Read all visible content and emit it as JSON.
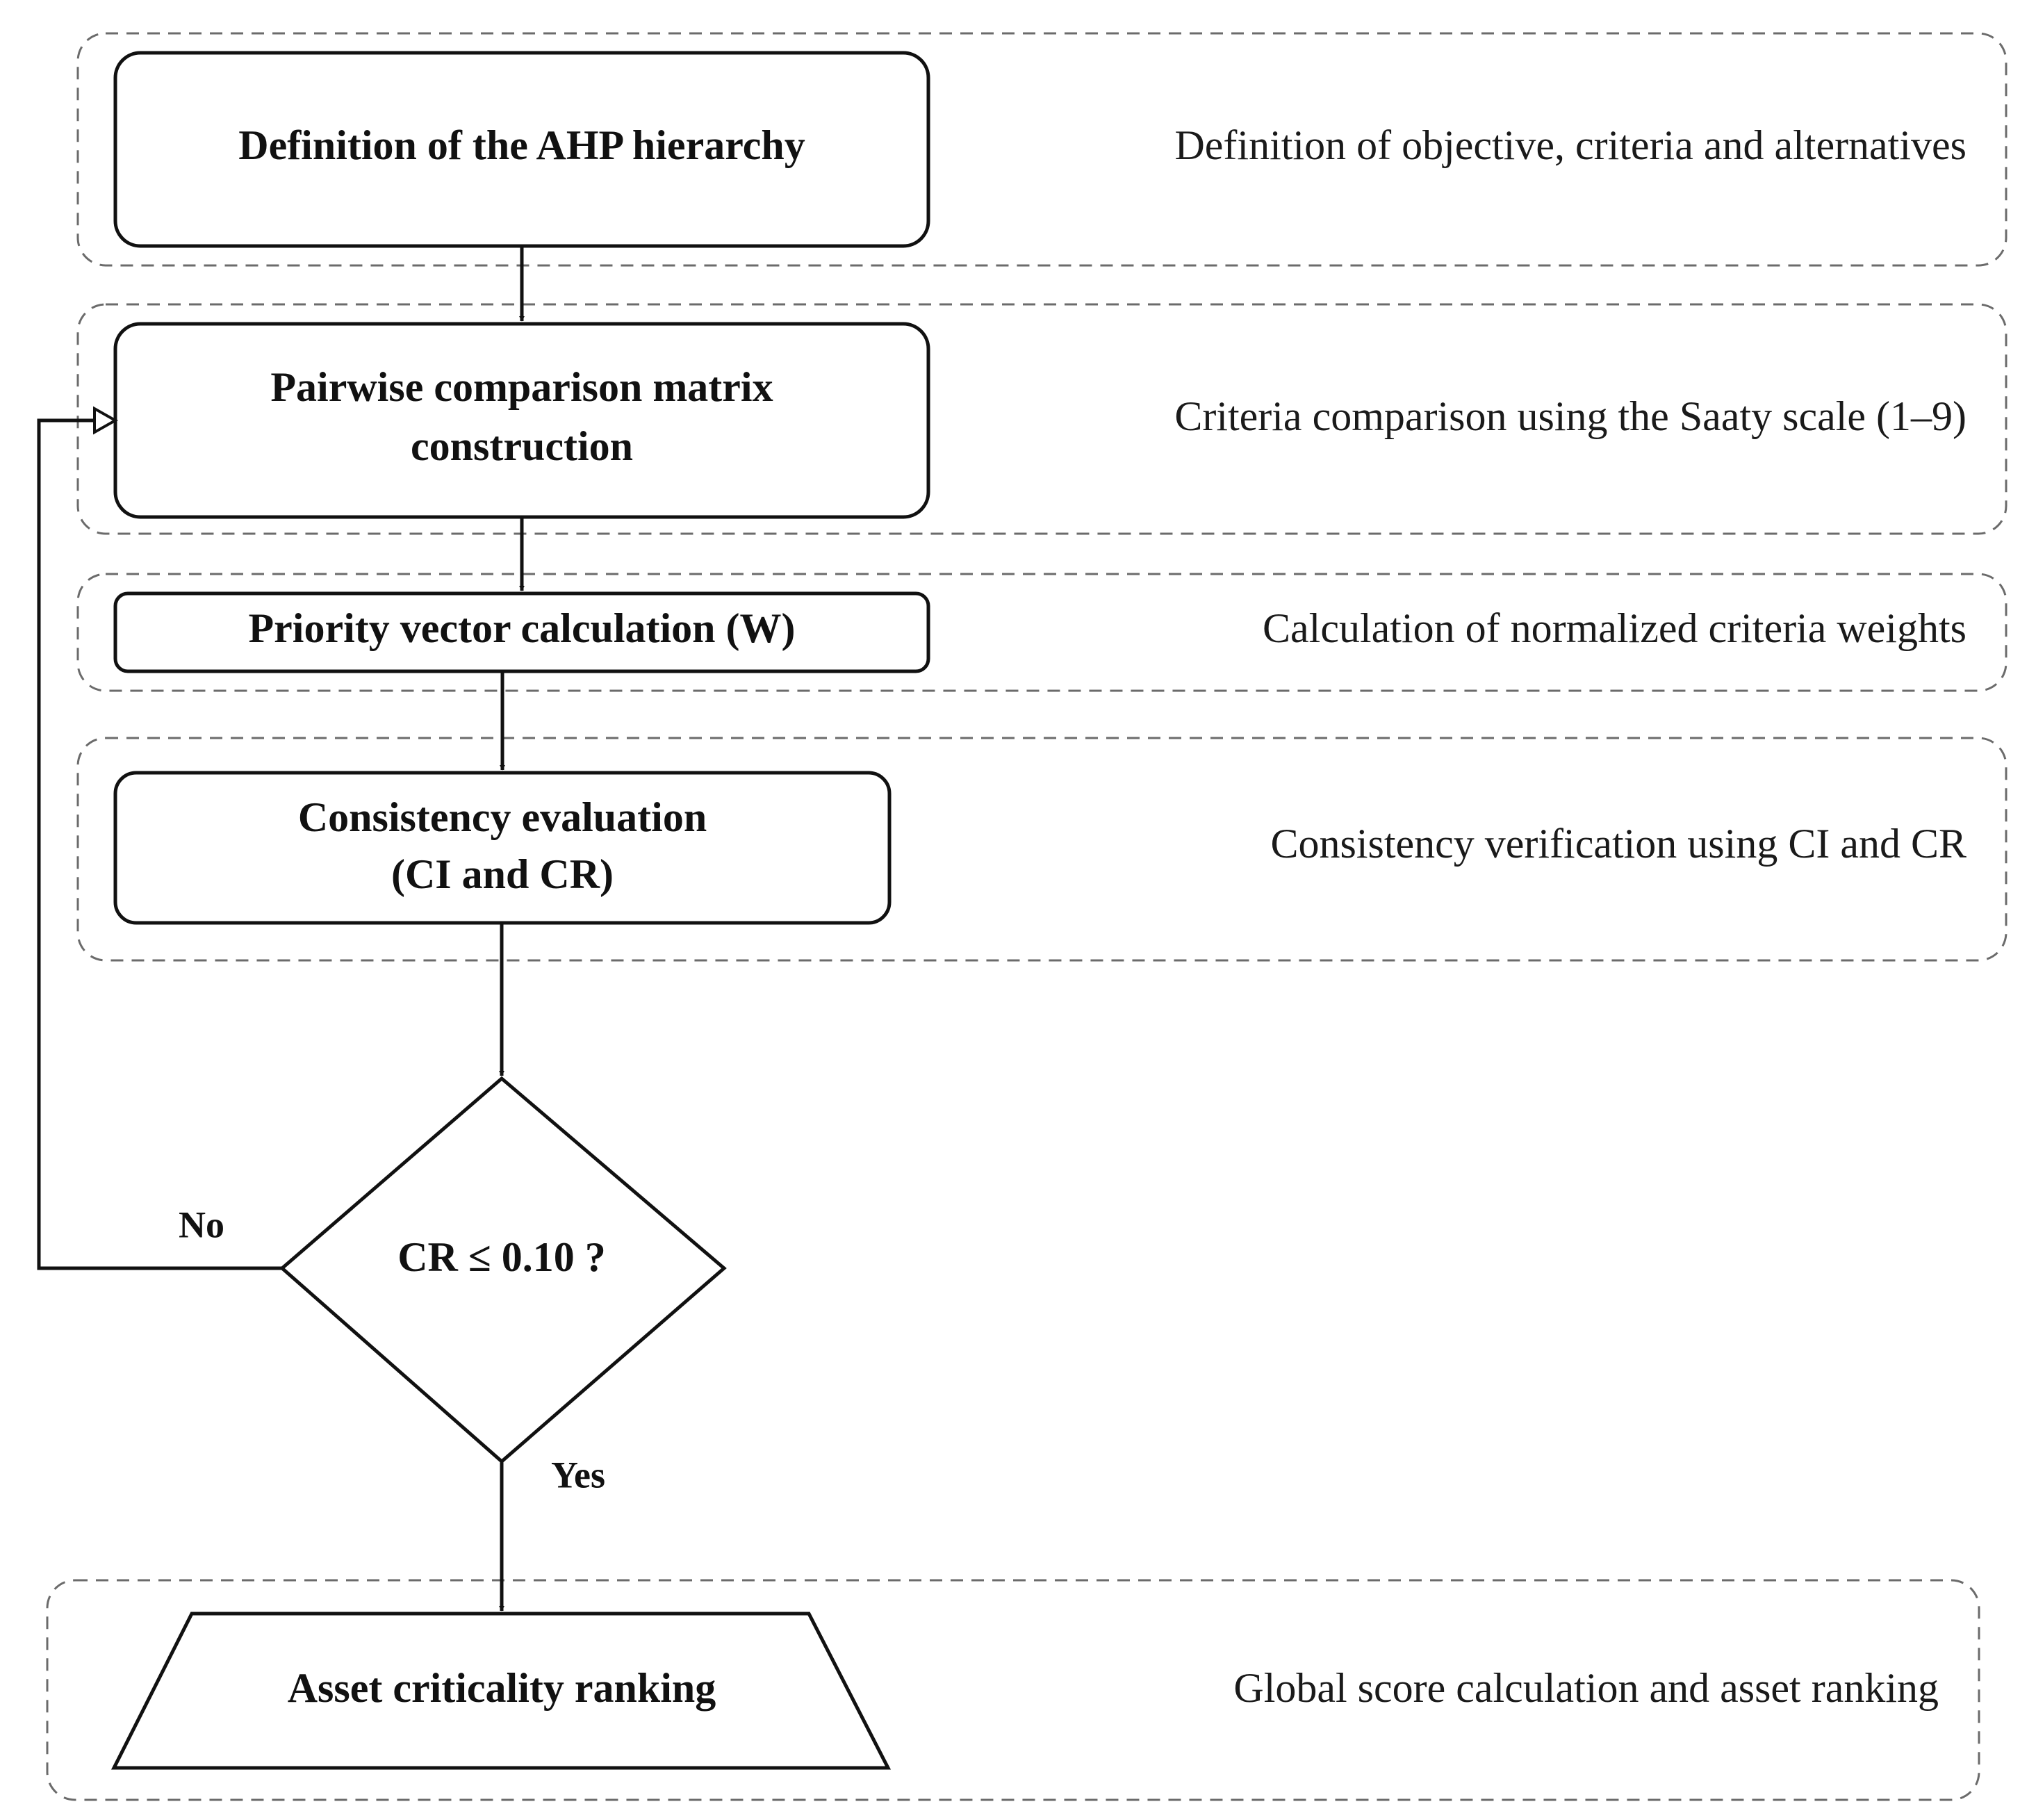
{
  "stages": {
    "hierarchy": {
      "label": "Definition of the AHP hierarchy",
      "note": "Definition of objective, criteria and alternatives"
    },
    "pairwise": {
      "label_line1": "Pairwise comparison matrix",
      "label_line2": "construction",
      "note": "Criteria comparison using the Saaty scale (1–9)"
    },
    "priority": {
      "label": "Priority vector calculation (W)",
      "note": "Calculation of normalized criteria weights"
    },
    "consistency": {
      "label_line1": "Consistency evaluation",
      "label_line2": "(CI and CR)",
      "note": "Consistency verification using CI and CR"
    },
    "decision": {
      "label": "CR ≤ 0.10 ?",
      "no_label": "No",
      "yes_label": "Yes"
    },
    "ranking": {
      "label": "Asset criticality ranking",
      "note": "Global score calculation and asset ranking"
    }
  }
}
